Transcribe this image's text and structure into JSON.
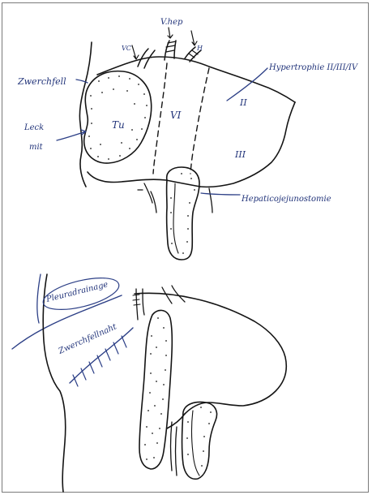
{
  "labels": {
    "vhep": "V.hep",
    "vc": "VC",
    "hr": "H",
    "zwerchfell_top": "Zwerchfell",
    "leck_line1": "Leck",
    "leck_line2": "mit",
    "tu": "Tu",
    "seg_vi": "VI",
    "seg_ii": "II",
    "seg_iii": "III",
    "hypertrophie": "Hypertrophie II/III/IV",
    "hepatico": "Hepaticojejunostomie",
    "pleuradrainage": "Pleuradrainage",
    "zwerchfell_bottom": "Zwerchfellnaht"
  },
  "colors": {
    "ink": "#141414",
    "label_ink": "#22347a",
    "frame": "#7a7a7a"
  }
}
